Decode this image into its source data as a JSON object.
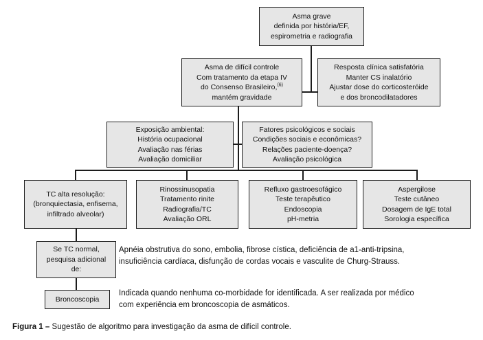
{
  "colors": {
    "box_fill": "#e6e6e6",
    "box_border": "#1c1c1c",
    "connector": "#1c1c1c",
    "background": "#ffffff",
    "text": "#111111"
  },
  "nodes": {
    "asma_grave": {
      "lines": [
        "Asma grave",
        "definida por história/EF,",
        "espirometria e radiografia"
      ]
    },
    "dificil_controle": {
      "line1": "Asma de difícil controle",
      "line2": "Com tratamento da etapa IV",
      "line3_pre": "do Consenso Brasileiro,",
      "line3_sup": "(6)",
      "line4": "mantém gravidade"
    },
    "resposta_clinica": {
      "lines": [
        "Resposta clínica satisfatória",
        "Manter CS inalatório",
        "Ajustar dose do corticosteróide",
        "e dos broncodilatadores"
      ]
    },
    "exposicao_ambiental": {
      "lines": [
        "Exposição ambiental:",
        "História ocupacional",
        "Avaliação nas férias",
        "Avaliação domiciliar"
      ]
    },
    "fatores_psicologicos": {
      "lines": [
        "Fatores psicológicos e sociais",
        "Condições sociais e econômicas?",
        "Relações paciente-doença?",
        "Avaliação psicológica"
      ]
    },
    "tc_alta_resolucao": {
      "lines": [
        "TC alta resolução:",
        "(bronquiectasia, enfisema,",
        "infiltrado alveolar)"
      ]
    },
    "rinossinusopatia": {
      "lines": [
        "Rinossinusopatia",
        "Tratamento rinite",
        "Radiografia/TC",
        "Avaliação ORL"
      ]
    },
    "refluxo": {
      "lines": [
        "Refluxo gastroesofágico",
        "Teste terapêutico",
        "Endoscopia",
        "pH-metria"
      ]
    },
    "aspergilose": {
      "lines": [
        "Aspergilose",
        "Teste cutâneo",
        "Dosagem de IgE total",
        "Sorologia específica"
      ]
    },
    "se_tc_normal": {
      "lines": [
        "Se TC normal,",
        "pesquisa adicional",
        "de:"
      ]
    },
    "broncoscopia": {
      "lines": [
        "Broncoscopia"
      ]
    }
  },
  "notes": {
    "comorbidades": {
      "lines": [
        "Apnéia obstrutiva do sono, embolia, fibrose cística, deficiência de a1-anti-tripsina,",
        "insuficiência cardíaca, disfunção de cordas vocais e vasculite de Churg-Strauss."
      ]
    },
    "broncoscopia_nota": {
      "lines": [
        "Indicada quando nenhuma co-morbidade for identificada. A ser realizada por médico",
        "com experiência em broncoscopia de asmáticos."
      ]
    }
  },
  "caption": {
    "label": "Figura 1 –",
    "text": " Sugestão de algoritmo para investigação da asma de difícil controle."
  }
}
